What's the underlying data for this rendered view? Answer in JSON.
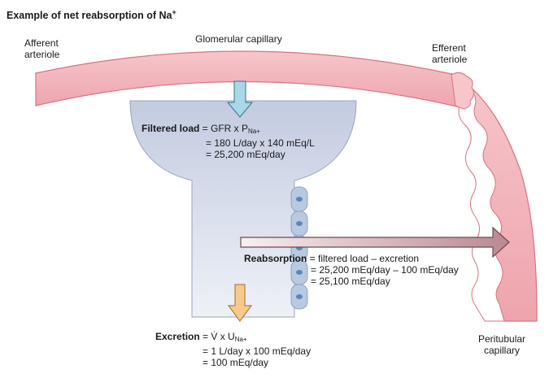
{
  "title": {
    "text": "Example of net reabsorption of Na",
    "sup": "+"
  },
  "labels": {
    "afferent_line1": "Afferent",
    "afferent_line2": "arteriole",
    "glomerular": "Glomerular capillary",
    "efferent_line1": "Efferent",
    "efferent_line2": "arteriole",
    "peritubular_line1": "Peritubular",
    "peritubular_line2": "capillary"
  },
  "filtered": {
    "term": "Filtered load",
    "eq_prefix": " = GFR x P",
    "eq_sub": "Na+",
    "line2": "= 180 L/day x 140 mEq/L",
    "line3": "= 25,200 mEq/day"
  },
  "reabsorption": {
    "term": "Reabsorption",
    "line1": " = filtered load – excretion",
    "line2": "= 25,200 mEq/day – 100 mEq/day",
    "line3": "= 25,100 mEq/day"
  },
  "excretion": {
    "term": "Excretion",
    "eq_prefix": " = V̇ x U",
    "eq_sub": "Na+",
    "line2": "= 1 L/day x 100 mEq/day",
    "line3": "= 100 mEq/day"
  },
  "colors": {
    "vessel_fill": "#f2b8bd",
    "vessel_stroke": "#d9727f",
    "tubule_fill": "#d5dbea",
    "tubule_stroke": "#9aa3bb",
    "cell_fill": "#b9c9e0",
    "nucleus": "#5b86bd",
    "filter_arrow": "#a8d8e8",
    "excretion_arrow": "#f8c98e",
    "reabsorb_arrow": "#c89aa2"
  }
}
